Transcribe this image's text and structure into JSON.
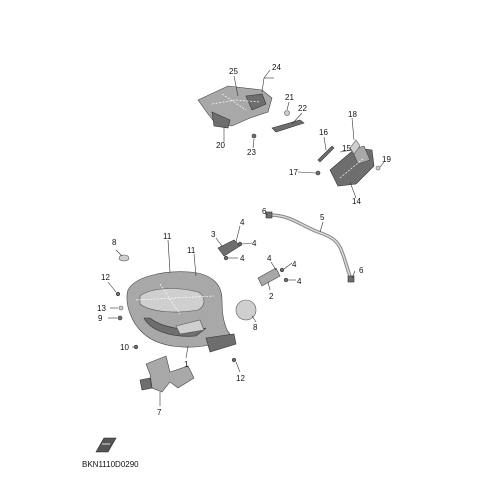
{
  "diagram_code": "BKN1110D0290",
  "callouts": {
    "c1": "1",
    "c2": "2",
    "c3": "3",
    "c4a": "4",
    "c4b": "4",
    "c4c": "4",
    "c4d": "4",
    "c4e": "4",
    "c4f": "4",
    "c5": "5",
    "c6a": "6",
    "c6b": "6",
    "c7": "7",
    "c8a": "8",
    "c8b": "8",
    "c9": "9",
    "c10": "10",
    "c11a": "11",
    "c11b": "11",
    "c12a": "12",
    "c12b": "12",
    "c13": "13",
    "c14": "14",
    "c15": "15",
    "c16": "16",
    "c17": "17",
    "c18": "18",
    "c19": "19",
    "c20": "20",
    "c21": "21",
    "c22": "22",
    "c23": "23",
    "c24": "24",
    "c25": "25"
  },
  "icons": {
    "front_indicator": "front-arrow-icon"
  }
}
